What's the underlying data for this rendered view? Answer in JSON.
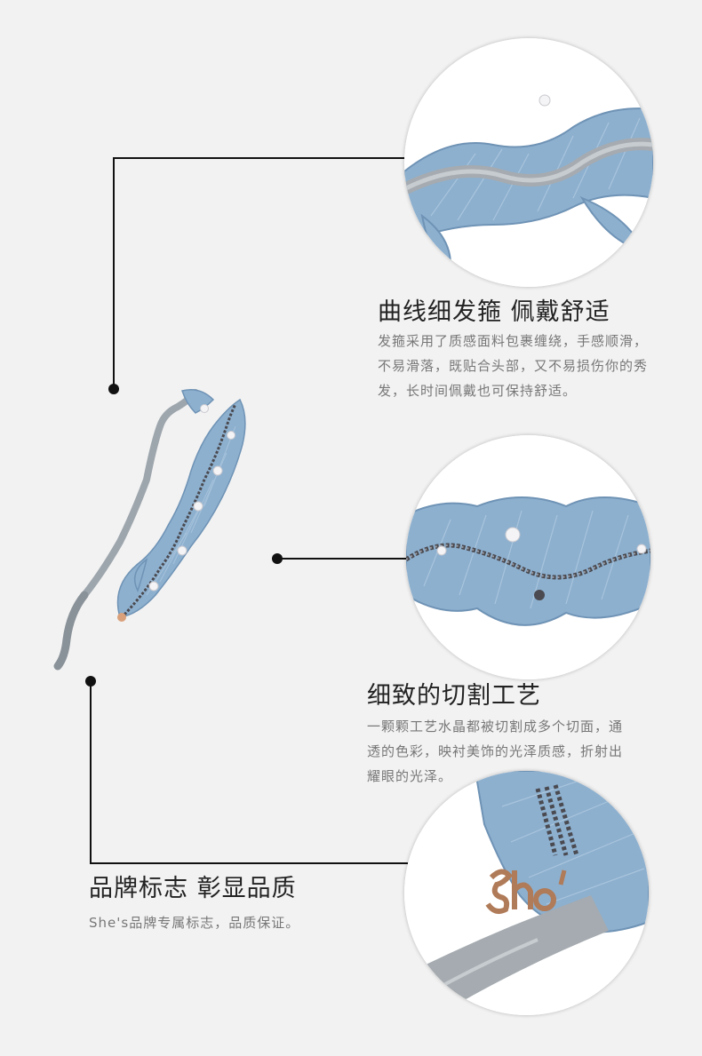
{
  "features": [
    {
      "title": "曲线细发箍  佩戴舒适",
      "lines": [
        "发箍采用了质感面料包裹缠绕，手感顺滑，",
        "不易滑落，既贴合头部，又不易损伤你的秀",
        "发，长时间佩戴也可保持舒适。"
      ]
    },
    {
      "title": "细致的切割工艺",
      "lines": [
        "一颗颗工艺水晶都被切割成多个切面，通",
        "透的色彩，映衬美饰的光泽质感，折射出",
        "耀眼的光泽。"
      ]
    },
    {
      "title": "品牌标志  彰显品质",
      "lines": [
        "She's品牌专属标志，品质保证。"
      ]
    }
  ],
  "colors": {
    "background": "#f2f2f2",
    "lace_blue": "#7ea2c4",
    "band_gray": "#9ea6ad",
    "crystal": "#4a4a50",
    "logo_gold": "#d9a07a"
  },
  "icons": [
    "feather-headband-image",
    "lace-detail-image",
    "crystal-detail-image",
    "logo-detail-image"
  ]
}
